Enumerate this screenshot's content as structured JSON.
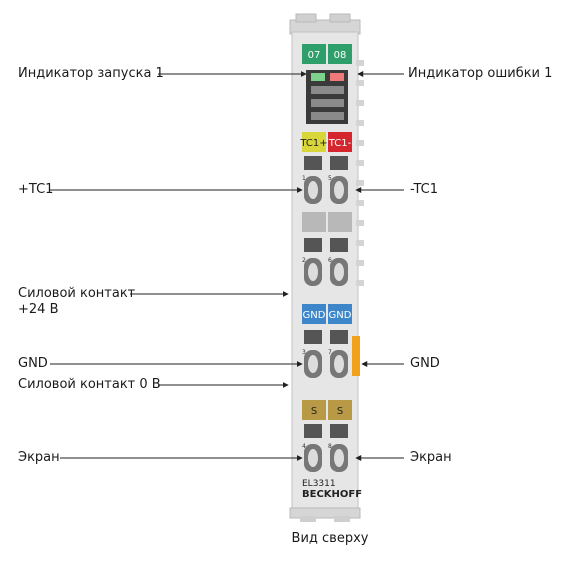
{
  "module": {
    "led_labels": [
      "07",
      "08"
    ],
    "terminal_tags": [
      "TC1+",
      "TC1-"
    ],
    "gnd_tags": [
      "GND",
      "GND"
    ],
    "shield_tags": [
      "S",
      "S"
    ],
    "contact_numbers": [
      "1",
      "5",
      "2",
      "6",
      "3",
      "7",
      "4",
      "8"
    ],
    "model": "EL3311",
    "brand": "BECKHOFF"
  },
  "labels": {
    "run_led": "Индикатор запуска 1",
    "error_led": "Индикатор ошибки 1",
    "tc_plus": "+TC1",
    "tc_minus": "-TC1",
    "power_contact_24v_line1": "Силовой контакт",
    "power_contact_24v_line2": "+24 В",
    "gnd_left": "GND",
    "gnd_right": "GND",
    "power_contact_0v": "Силовой контакт 0 В",
    "shield_left": "Экран",
    "shield_right": "Экран"
  },
  "caption": "Вид сверху",
  "colors": {
    "led_bar": "#2e9e6a",
    "tc_plus": "#d9d63a",
    "tc_minus": "#d4262c",
    "gnd": "#3c86c9",
    "shield": "#b89a46",
    "power_contact": "#f0a21c",
    "housing": "#e4e4e4"
  }
}
